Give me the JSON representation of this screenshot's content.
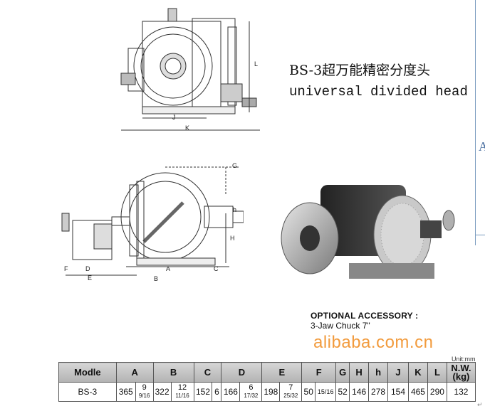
{
  "heading": {
    "line1": "BS-3超万能精密分度头",
    "line2": "universal divided head"
  },
  "side_panel": {
    "letter": "A"
  },
  "front_view_labels": {
    "J": "J",
    "K": "K",
    "L": "L"
  },
  "side_view_labels": {
    "G": "G",
    "h": "h",
    "H": "H",
    "A": "A",
    "B": "B",
    "C": "C",
    "D": "D",
    "E": "E",
    "F": "F"
  },
  "accessory": {
    "title": "OPTIONAL ACCESSORY :",
    "item": "3-Jaw Chuck 7\""
  },
  "unit": "Unit:mm",
  "watermark": "alibaba.com.cn",
  "return_mark": "↵",
  "table": {
    "headers": {
      "model": "Modle",
      "A": "A",
      "B": "B",
      "C": "C",
      "D": "D",
      "E": "E",
      "F": "F",
      "G": "G",
      "H": "H",
      "h": "h",
      "J": "J",
      "K": "K",
      "L": "L",
      "NW1": "N.W.",
      "NW2": "(kg)"
    },
    "row": {
      "model": "BS-3",
      "A_mm": "365",
      "A_in": "9",
      "A_in_frac": "9/16",
      "B_mm": "322",
      "B_in": "12",
      "B_in_frac": "11/16",
      "C_mm": "152",
      "C_in": "6",
      "D_mm": "166",
      "D_in": "6",
      "D_in_frac": "17/32",
      "E_mm": "198",
      "E_in": "7",
      "E_in_frac": "25/32",
      "F_mm": "50",
      "F_in": "15/16",
      "G": "52",
      "H": "146",
      "h": "278",
      "J": "154",
      "K": "465",
      "L": "290",
      "NW": "132"
    }
  }
}
